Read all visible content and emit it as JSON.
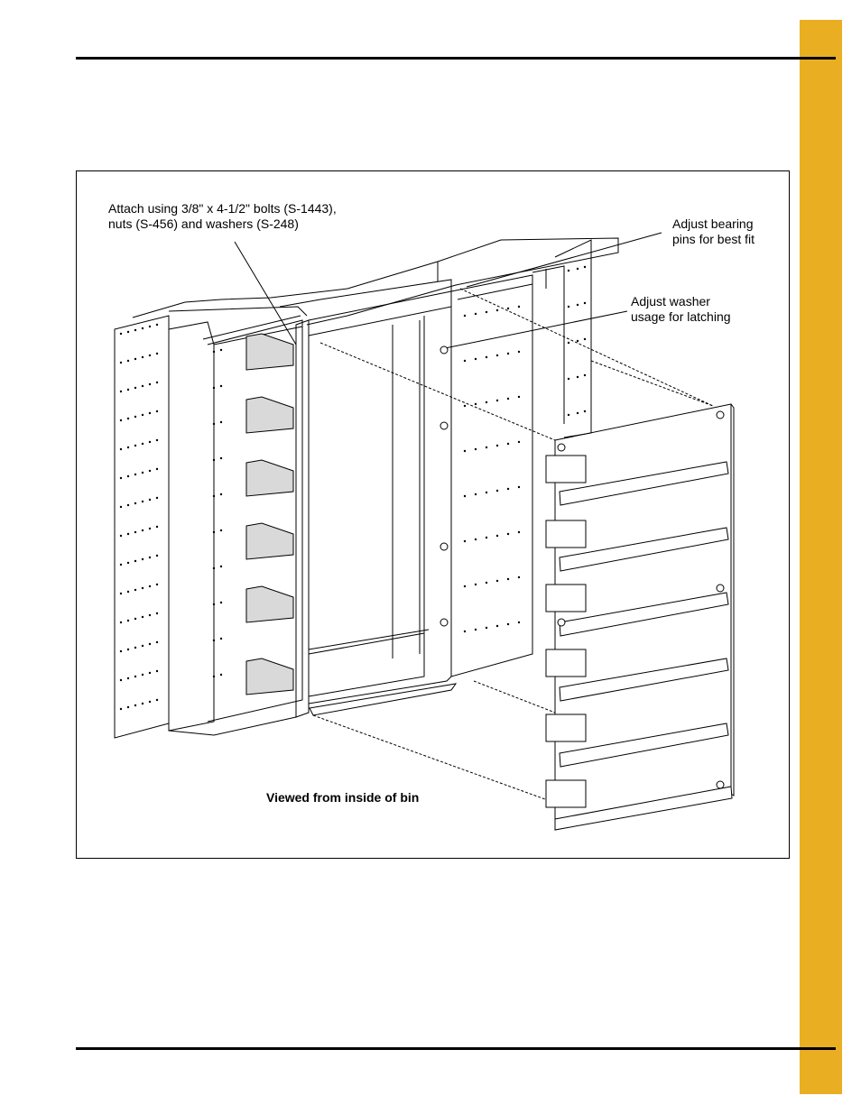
{
  "colors": {
    "side_tab": "#E9AE22",
    "rule": "#000000",
    "line_art": "#000000",
    "bracket_fill": "#d9d9d9"
  },
  "figure": {
    "callouts": {
      "bolts": [
        "Attach using 3/8\" x 4-1/2\" bolts (S-1443),",
        "nuts (S-456) and washers (S-248)"
      ],
      "bearing_pins": [
        "Adjust bearing",
        "pins for best fit"
      ],
      "washer": [
        "Adjust washer",
        "usage for latching"
      ]
    },
    "caption": "Viewed from inside of bin"
  }
}
